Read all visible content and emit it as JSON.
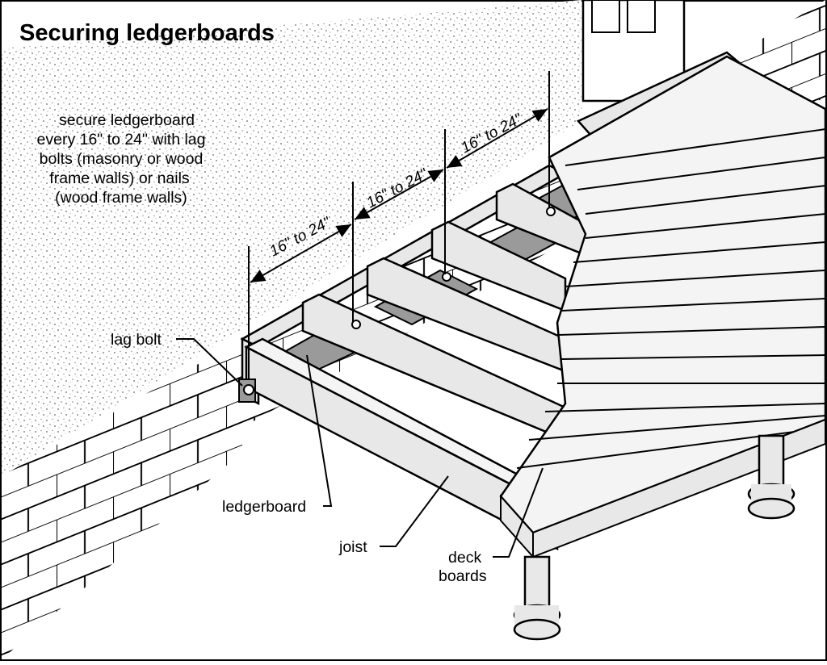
{
  "title": "Securing ledgerboards",
  "note": {
    "lines": [
      "secure ledgerboard",
      "every 16\" to 24\" with lag",
      "bolts (masonry or wood",
      "frame walls) or nails",
      "(wood frame walls)"
    ]
  },
  "dimensions": [
    "16\" to 24\"",
    "16\" to 24\"",
    "16\" to 24\""
  ],
  "labels": {
    "lag_bolt": "lag bolt",
    "ledgerboard": "ledgerboard",
    "joist": "joist",
    "deck_line1": "deck",
    "deck_line2": "boards"
  },
  "colors": {
    "line": "#000000",
    "board": "#e8e8e8",
    "wall": "#ffffff",
    "stucco": "#f2f2f2",
    "shadow": "#9a9a9a"
  }
}
